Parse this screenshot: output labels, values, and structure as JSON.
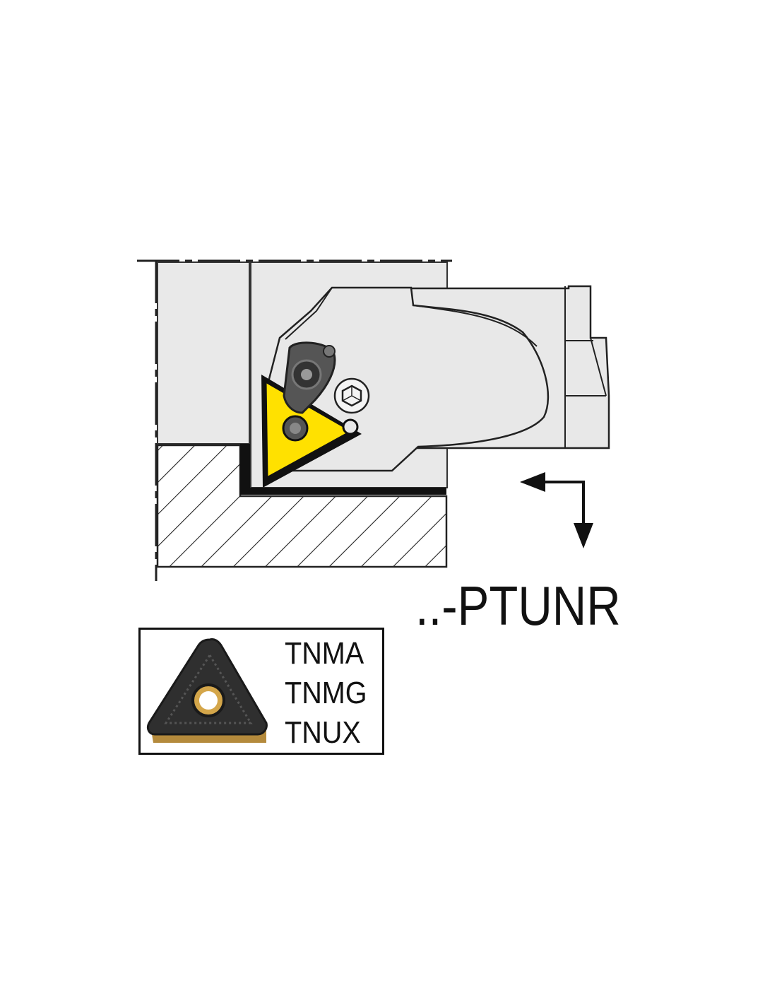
{
  "tool": {
    "code_label": "..-PTUNR",
    "insert_color": "#ffe100",
    "body_color": "#e8e8e8"
  },
  "inserts": {
    "types": [
      "TNMA",
      "TNMG",
      "TNUX"
    ],
    "photo_icon": "triangular-insert-photo"
  },
  "feed_arrows_icon": "feed-direction-arrows"
}
